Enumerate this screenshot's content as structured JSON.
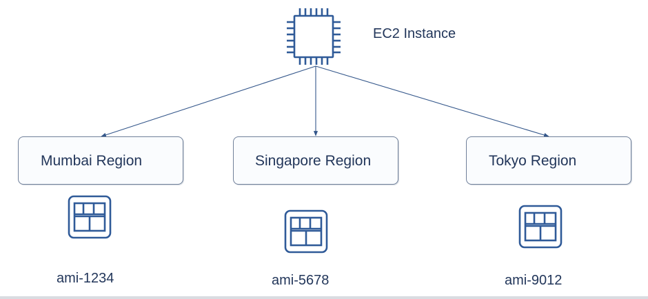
{
  "instance": {
    "label": "EC2 Instance",
    "icon": "chip-icon"
  },
  "regions": [
    {
      "label": "Mumbai Region",
      "ami": "ami-1234"
    },
    {
      "label": "Singapore Region",
      "ami": "ami-5678"
    },
    {
      "label": "Tokyo Region",
      "ami": "ami-9012"
    }
  ],
  "ami_icon": "ami-grid-icon",
  "colors": {
    "icon_blue": "#2f5a98",
    "text": "#22365a",
    "box_border": "#6f7f99",
    "arrow": "#33568a"
  }
}
